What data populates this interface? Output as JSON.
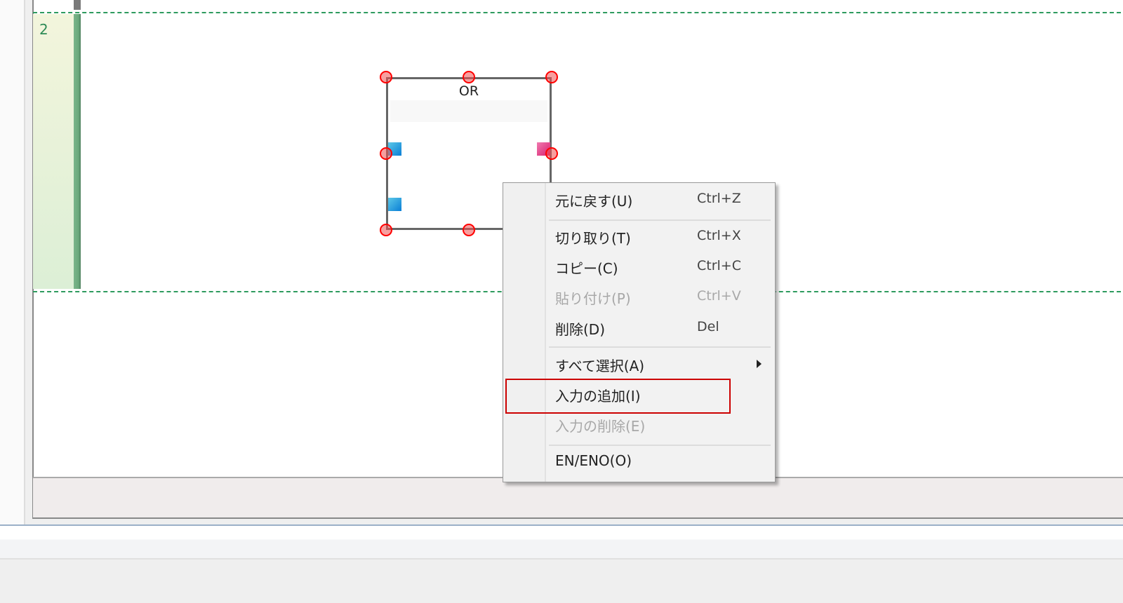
{
  "rung": {
    "number": "2"
  },
  "block": {
    "type": "OR"
  },
  "colors": {
    "rung_line": "#2e9b5e",
    "highlight": "#cc0000",
    "input_pin": "#0a7fd6",
    "output_pin": "#d8206e",
    "handle": "#ff0000"
  },
  "context_menu": {
    "items": [
      {
        "label": "元に戻す(U)",
        "shortcut": "Ctrl+Z",
        "enabled": true
      },
      {
        "label": "切り取り(T)",
        "shortcut": "Ctrl+X",
        "enabled": true
      },
      {
        "label": "コピー(C)",
        "shortcut": "Ctrl+C",
        "enabled": true
      },
      {
        "label": "貼り付け(P)",
        "shortcut": "Ctrl+V",
        "enabled": false
      },
      {
        "label": "削除(D)",
        "shortcut": "Del",
        "enabled": true
      },
      {
        "label": "すべて選択(A)",
        "submenu": true,
        "enabled": true
      },
      {
        "label": "入力の追加(I)",
        "enabled": true,
        "highlighted": true
      },
      {
        "label": "入力の削除(E)",
        "enabled": false
      },
      {
        "label": "EN/ENO(O)",
        "enabled": true
      }
    ]
  }
}
